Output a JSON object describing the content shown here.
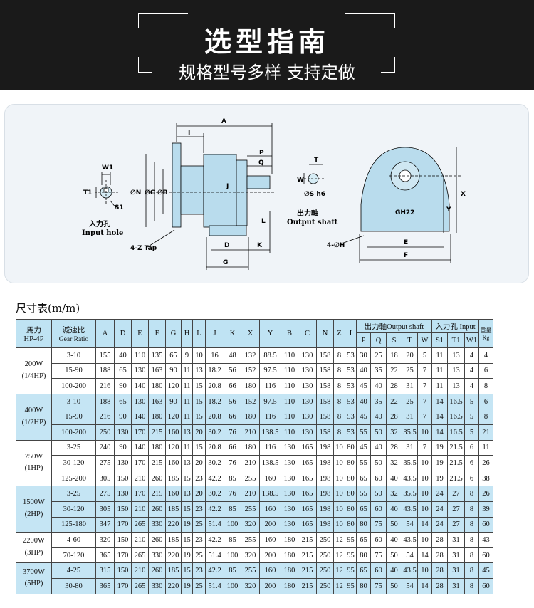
{
  "header": {
    "title": "选型指南",
    "subtitle": "规格型号多样 支持定做"
  },
  "diagram": {
    "input_hole_cn": "入力孔",
    "input_hole_en": "Input hole",
    "output_shaft_cn": "出力軸",
    "output_shaft_en": "Output shaft",
    "labels": {
      "W1": "W1",
      "T1": "T1",
      "S1": "S1",
      "A": "A",
      "I": "I",
      "P": "P",
      "Q": "Q",
      "J": "J",
      "L": "L",
      "D": "D",
      "K": "K",
      "G": "G",
      "N": "∅N",
      "C": "∅C",
      "B": "∅B",
      "tap": "4-Z Tap",
      "T": "T",
      "W": "W",
      "S": "∅S h6",
      "X": "X",
      "Y": "Y",
      "E": "E",
      "F": "F",
      "H": "4-∅H",
      "model": "GH22"
    }
  },
  "table": {
    "caption": "尺寸表(m/m)",
    "h_power": "馬力",
    "h_power2": "HP-4P",
    "h_ratio": "減速比",
    "h_ratio2": "Gear Ratio",
    "h_cols": [
      "A",
      "D",
      "E",
      "F",
      "G",
      "H",
      "L",
      "J",
      "K",
      "X",
      "Y",
      "B",
      "C",
      "N",
      "Z",
      "I"
    ],
    "h_out": "出力軸Output shaft",
    "h_in": "入力孔 Input",
    "h_wt": "重量Kg",
    "h_out_cols": [
      "P",
      "Q",
      "S",
      "T",
      "W"
    ],
    "h_in_cols": [
      "S1",
      "T1",
      "W1"
    ],
    "groups": [
      {
        "power": "200W",
        "hp": "(1/4HP)",
        "rows": [
          [
            "3-10",
            "155",
            "40",
            "110",
            "135",
            "65",
            "9",
            "10",
            "16",
            "48",
            "132",
            "88.5",
            "110",
            "130",
            "158",
            "8",
            "53",
            "30",
            "25",
            "18",
            "20",
            "5",
            "11",
            "13",
            "4",
            "4"
          ],
          [
            "15-90",
            "188",
            "65",
            "130",
            "163",
            "90",
            "11",
            "13",
            "18.2",
            "56",
            "152",
            "97.5",
            "110",
            "130",
            "158",
            "8",
            "53",
            "40",
            "35",
            "22",
            "25",
            "7",
            "11",
            "13",
            "4",
            "6"
          ],
          [
            "100-200",
            "216",
            "90",
            "140",
            "180",
            "120",
            "11",
            "15",
            "20.8",
            "66",
            "180",
            "116",
            "110",
            "130",
            "158",
            "8",
            "53",
            "45",
            "40",
            "28",
            "31",
            "7",
            "11",
            "13",
            "4",
            "8"
          ]
        ]
      },
      {
        "power": "400W",
        "hp": "(1/2HP)",
        "rows": [
          [
            "3-10",
            "188",
            "65",
            "130",
            "163",
            "90",
            "11",
            "15",
            "18.2",
            "56",
            "152",
            "97.5",
            "110",
            "130",
            "158",
            "8",
            "53",
            "40",
            "35",
            "22",
            "25",
            "7",
            "14",
            "16.5",
            "5",
            "6"
          ],
          [
            "15-90",
            "216",
            "90",
            "140",
            "180",
            "120",
            "11",
            "15",
            "20.8",
            "66",
            "180",
            "116",
            "110",
            "130",
            "158",
            "8",
            "53",
            "45",
            "40",
            "28",
            "31",
            "7",
            "14",
            "16.5",
            "5",
            "8"
          ],
          [
            "100-200",
            "250",
            "130",
            "170",
            "215",
            "160",
            "13",
            "20",
            "30.2",
            "76",
            "210",
            "138.5",
            "110",
            "130",
            "158",
            "8",
            "53",
            "55",
            "50",
            "32",
            "35.5",
            "10",
            "14",
            "16.5",
            "5",
            "21"
          ]
        ]
      },
      {
        "power": "750W",
        "hp": "(1HP)",
        "rows": [
          [
            "3-25",
            "240",
            "90",
            "140",
            "180",
            "120",
            "11",
            "15",
            "20.8",
            "66",
            "180",
            "116",
            "130",
            "165",
            "198",
            "10",
            "80",
            "45",
            "40",
            "28",
            "31",
            "7",
            "19",
            "21.5",
            "6",
            "11"
          ],
          [
            "30-120",
            "275",
            "130",
            "170",
            "215",
            "160",
            "13",
            "20",
            "30.2",
            "76",
            "210",
            "138.5",
            "130",
            "165",
            "198",
            "10",
            "80",
            "55",
            "50",
            "32",
            "35.5",
            "10",
            "19",
            "21.5",
            "6",
            "26"
          ],
          [
            "125-200",
            "305",
            "150",
            "210",
            "260",
            "185",
            "15",
            "23",
            "42.2",
            "85",
            "255",
            "160",
            "130",
            "165",
            "198",
            "10",
            "80",
            "65",
            "60",
            "40",
            "43.5",
            "10",
            "19",
            "21.5",
            "6",
            "38"
          ]
        ]
      },
      {
        "power": "1500W",
        "hp": "(2HP)",
        "rows": [
          [
            "3-25",
            "275",
            "130",
            "170",
            "215",
            "160",
            "13",
            "20",
            "30.2",
            "76",
            "210",
            "138.5",
            "130",
            "165",
            "198",
            "10",
            "80",
            "55",
            "50",
            "32",
            "35.5",
            "10",
            "24",
            "27",
            "8",
            "26"
          ],
          [
            "30-120",
            "305",
            "150",
            "210",
            "260",
            "185",
            "15",
            "23",
            "42.2",
            "85",
            "255",
            "160",
            "130",
            "165",
            "198",
            "10",
            "80",
            "65",
            "60",
            "40",
            "43.5",
            "10",
            "24",
            "27",
            "8",
            "39"
          ],
          [
            "125-180",
            "347",
            "170",
            "265",
            "330",
            "220",
            "19",
            "25",
            "51.4",
            "100",
            "320",
            "200",
            "130",
            "165",
            "198",
            "10",
            "80",
            "80",
            "75",
            "50",
            "54",
            "14",
            "24",
            "27",
            "8",
            "60"
          ]
        ]
      },
      {
        "power": "2200W",
        "hp": "(3HP)",
        "rows": [
          [
            "4-60",
            "320",
            "150",
            "210",
            "260",
            "185",
            "15",
            "23",
            "42.2",
            "85",
            "255",
            "160",
            "180",
            "215",
            "250",
            "12",
            "95",
            "65",
            "60",
            "40",
            "43.5",
            "10",
            "28",
            "31",
            "8",
            "43"
          ],
          [
            "70-120",
            "365",
            "170",
            "265",
            "330",
            "220",
            "19",
            "25",
            "51.4",
            "100",
            "320",
            "200",
            "180",
            "215",
            "250",
            "12",
            "95",
            "80",
            "75",
            "50",
            "54",
            "14",
            "28",
            "31",
            "8",
            "60"
          ]
        ]
      },
      {
        "power": "3700W",
        "hp": "(5HP)",
        "rows": [
          [
            "4-25",
            "315",
            "150",
            "210",
            "260",
            "185",
            "15",
            "23",
            "42.2",
            "85",
            "255",
            "160",
            "180",
            "215",
            "250",
            "12",
            "95",
            "65",
            "60",
            "40",
            "43.5",
            "10",
            "28",
            "31",
            "8",
            "45"
          ],
          [
            "30-80",
            "365",
            "170",
            "265",
            "330",
            "220",
            "19",
            "25",
            "51.4",
            "100",
            "320",
            "200",
            "180",
            "215",
            "250",
            "12",
            "95",
            "80",
            "75",
            "50",
            "54",
            "14",
            "28",
            "31",
            "8",
            "60"
          ]
        ]
      }
    ]
  }
}
